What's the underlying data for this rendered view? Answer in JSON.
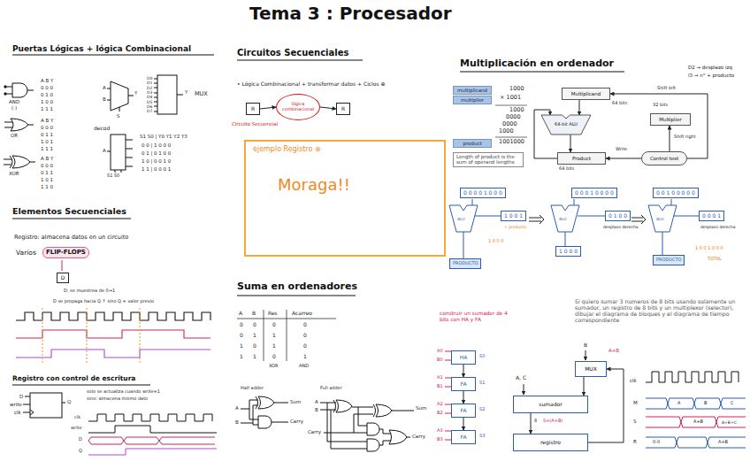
{
  "diagram": {
    "title": "Tema 3 : Procesador",
    "nodes": [
      {
        "text": [
          "R"
        ]
      },
      {
        "text": [
          "lógica combinacional"
        ]
      },
      {
        "text": [
          "R"
        ]
      },
      {
        "text": [
          "ejemplo Registro ⊕",
          "Moraga!!"
        ]
      },
      {
        "text": [
          "multiplicand"
        ]
      },
      {
        "text": [
          "multiplier"
        ]
      },
      {
        "text": [
          "product"
        ]
      },
      {
        "text": [
          "Length of product is the sum of operand lengths"
        ]
      },
      {
        "text": [
          "Multiplicand"
        ]
      },
      {
        "text": [
          "64-bit ALU"
        ]
      },
      {
        "text": [
          "Product"
        ]
      },
      {
        "text": [
          "Multiplier"
        ]
      },
      {
        "text": [
          "Control test"
        ]
      },
      {
        "text": [
          "0 0 0 0 1 0 0 0"
        ]
      },
      {
        "text": [
          "1 0 0 1"
        ]
      },
      {
        "text": [
          "PRODUCTO"
        ]
      },
      {
        "text": [
          "0 0 0 1 0 0 0 0"
        ]
      },
      {
        "text": [
          "0 1 0 0"
        ]
      },
      {
        "text": [
          "1 0 0 0"
        ]
      },
      {
        "text": [
          "0 0 1 0 0 0 0 0"
        ]
      },
      {
        "text": [
          "0 0 0 1"
        ]
      },
      {
        "text": [
          "PRODUCTO"
        ]
      },
      {
        "text": [
          "HA"
        ]
      },
      {
        "text": [
          "FA"
        ]
      },
      {
        "text": [
          "FA"
        ]
      },
      {
        "text": [
          "FA"
        ]
      },
      {
        "text": [
          "MUX"
        ]
      },
      {
        "text": [
          "sumador"
        ]
      },
      {
        "text": [
          "registro"
        ]
      },
      {
        "text": [
          "FLIP-FLOPS"
        ]
      },
      {
        "text": [
          "D"
        ]
      }
    ],
    "edges": [
      {
        "from": 0,
        "to": 1,
        "arrow": "to"
      },
      {
        "from": 1,
        "to": 2,
        "arrow": "to"
      },
      {
        "from": 8,
        "to": 9,
        "arrow": "to"
      },
      {
        "from": 9,
        "to": 10,
        "arrow": "to"
      },
      {
        "from": 12,
        "to": 11,
        "arrow": "to",
        "label": "Shift right"
      },
      {
        "from": 12,
        "to": 10,
        "arrow": "to",
        "label": "Write"
      },
      {
        "from": 12,
        "to": 8,
        "arrow": "to",
        "label": "Shift left"
      },
      {
        "from": 22,
        "to": 23,
        "arrow": "to"
      },
      {
        "from": 23,
        "to": 24,
        "arrow": "to"
      },
      {
        "from": 24,
        "to": 25,
        "arrow": "to"
      },
      {
        "from": 26,
        "to": 27,
        "arrow": "to"
      },
      {
        "from": 27,
        "to": 28,
        "arrow": "to"
      },
      {
        "from": 28,
        "to": 26,
        "arrow": "to"
      },
      {
        "from": 10,
        "to": 9,
        "arrow": "to"
      }
    ],
    "labels": [
      "Puertas Lógicas + lógica Combinacional",
      "AND",
      "(·)",
      "A B Y",
      "0 0 0",
      "0 1 0",
      "1 0 0",
      "1 1 1",
      "OR",
      "A B Y",
      "0 0 0",
      "0 1 1",
      "1 0 1",
      "1 1 1",
      "XOR",
      "A B Y",
      "0 0 0",
      "0 1 1",
      "1 0 1",
      "1 1 0",
      "A",
      "B",
      "Y",
      "S",
      "D0",
      "D1",
      "D2",
      "D3",
      "D4",
      "D5",
      "D6",
      "D7",
      "Y",
      "MUX",
      "decod",
      "A",
      "S1 S0",
      "S1 S0 | Y0 Y1 Y2 Y3",
      "0 0 | 1 0 0 0",
      "0 1 | 0 1 0 0",
      "1 0 | 0 0 1 0",
      "1 1 | 0 0 0 1",
      "Elementos Secuenciales",
      "Registro: almacena datos en un circuito",
      "Varios",
      "D: se muestrea de 0→1",
      "D se propaga hacia Q ↑ sino Q = valor previo",
      "Registro con control de escritura",
      "D",
      "write",
      "clk",
      "Q",
      "solo se actualiza cuando write=1",
      "sino: almacena mismo dato",
      "clk",
      "write",
      "D",
      "Q",
      "Circuitos Secuenciales",
      "• Lógica Combinacional + transformar datos + Ciclos ⊕",
      "Circuito Secuencial",
      "Suma en ordenadores",
      "A",
      "B",
      "Res",
      "Acarreo",
      "0",
      "0",
      "0",
      "0",
      "0",
      "1",
      "1",
      "0",
      "1",
      "0",
      "1",
      "0",
      "1",
      "1",
      "0",
      "1",
      "XOR",
      "AND",
      "Half adder",
      "A",
      "B",
      "Sum",
      "Carry",
      "Full adder",
      "A",
      "B",
      "Carry",
      "Sum",
      "Carry",
      "Multiplicación en ordenador",
      "1000",
      "× 1001",
      "1000",
      "0000",
      "0000",
      "1000",
      "1001000",
      "64 bits",
      "64 bits",
      "32 bits",
      "D2 → desplazo izq",
      "I3 → n° + producto",
      "ALU",
      "+ producto",
      "1 0 0 0",
      "ALU",
      "desplazo derecha",
      "ALU",
      "desplazo derecha",
      "1 0 0 1 0 0 0",
      "TOTAL",
      "Si quiero sumar 3 numeros de 8 bits usando solamente un sumador, un registro de 8 bits y un multiplexor (selector), dibujar el diagrama de bloques y el diagrama de tiempo correspondiente",
      "construir un sumador de 4 bits con HA y FA",
      "A0",
      "B0",
      "S0",
      "A1",
      "B1",
      "S1",
      "A2",
      "B2",
      "S2",
      "A3",
      "B3",
      "S3",
      "A, C",
      "B",
      "A+B",
      "8",
      "S=(A+B)",
      "clk",
      "M",
      "S",
      "R",
      "A",
      "B",
      "C",
      "A+B",
      "A+B+C",
      "0-0",
      "A+B"
    ]
  }
}
